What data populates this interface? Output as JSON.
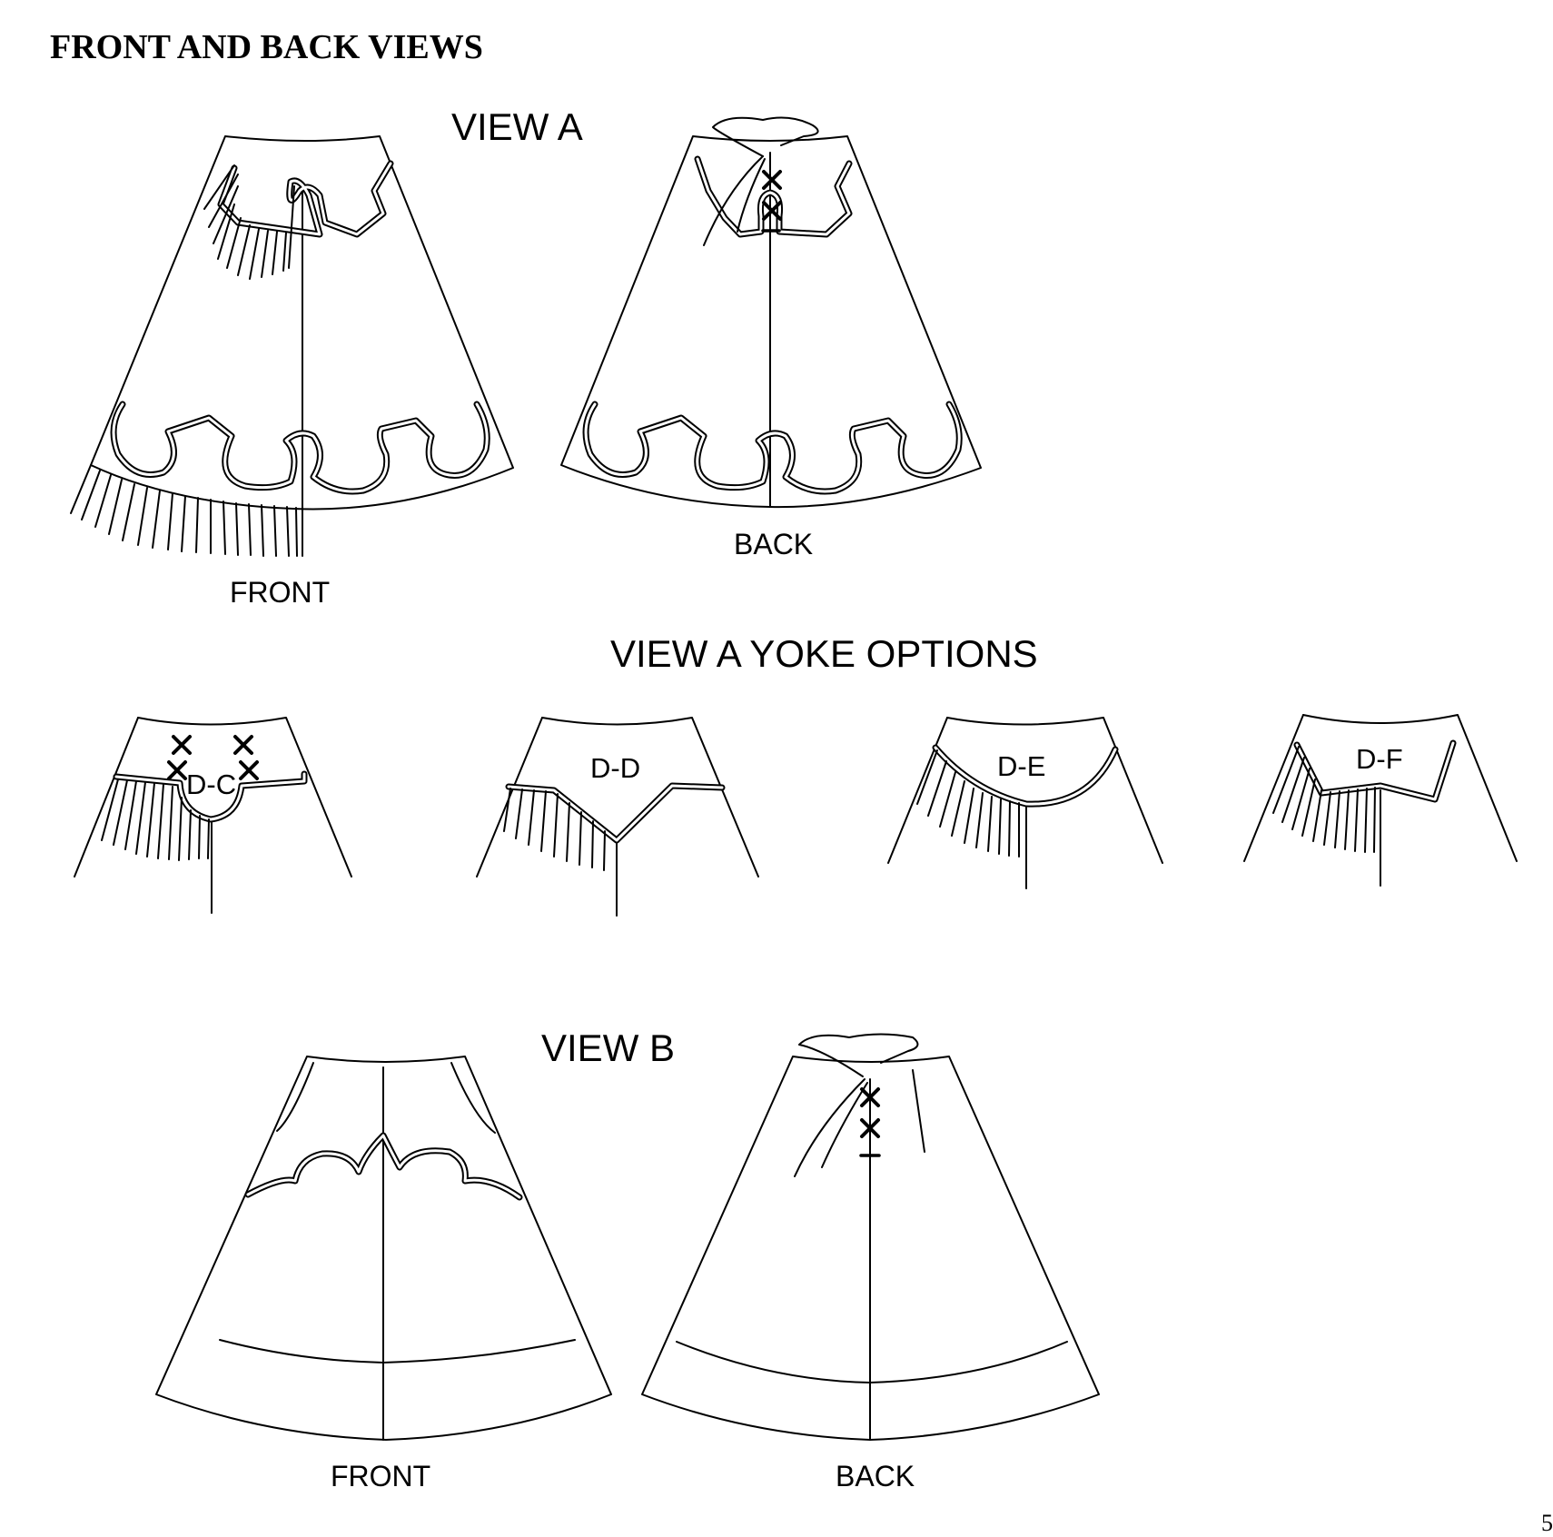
{
  "page": {
    "heading": "FRONT AND BACK VIEWS",
    "page_number": "5"
  },
  "view_a": {
    "title": "VIEW A",
    "front_label": "FRONT",
    "back_label": "BACK"
  },
  "yoke_options": {
    "title": "VIEW A YOKE OPTIONS",
    "options": [
      {
        "label": "D-C"
      },
      {
        "label": "D-D"
      },
      {
        "label": "D-E"
      },
      {
        "label": "D-F"
      }
    ]
  },
  "view_b": {
    "title": "VIEW B",
    "front_label": "FRONT",
    "back_label": "BACK"
  }
}
